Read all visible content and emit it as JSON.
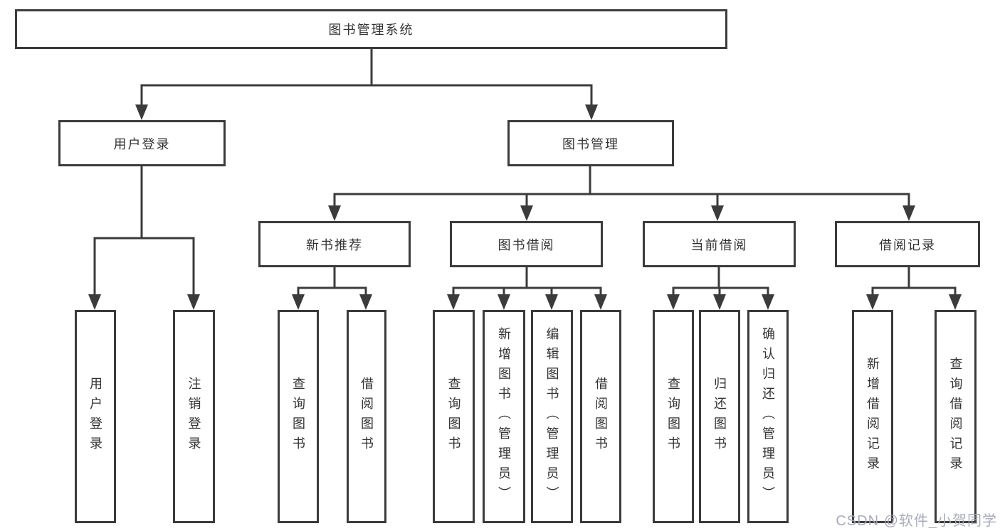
{
  "tree": {
    "root": "图书管理系统",
    "children": [
      {
        "label": "用户登录",
        "children": [
          "用户登录",
          "注销登录"
        ]
      },
      {
        "label": "图书管理",
        "children": [
          {
            "label": "新书推荐",
            "children": [
              "查询图书",
              "借阅图书"
            ]
          },
          {
            "label": "图书借阅",
            "children": [
              "查询图书",
              "新增图书（管理员）",
              "编辑图书（管理员）",
              "借阅图书"
            ]
          },
          {
            "label": "当前借阅",
            "children": [
              "查询图书",
              "归还图书",
              "确认归还（管理员）"
            ]
          },
          {
            "label": "借阅记录",
            "children": [
              "新增借阅记录",
              "查询借阅记录"
            ]
          }
        ]
      }
    ]
  },
  "watermark": {
    "text": "CSDN @软件_小贺同学",
    "color": "#a4a6b6"
  },
  "colors": {
    "line": "#3b3b3b",
    "text": "#333333",
    "box_fill": "#ffffff",
    "background": "#ffffff"
  }
}
